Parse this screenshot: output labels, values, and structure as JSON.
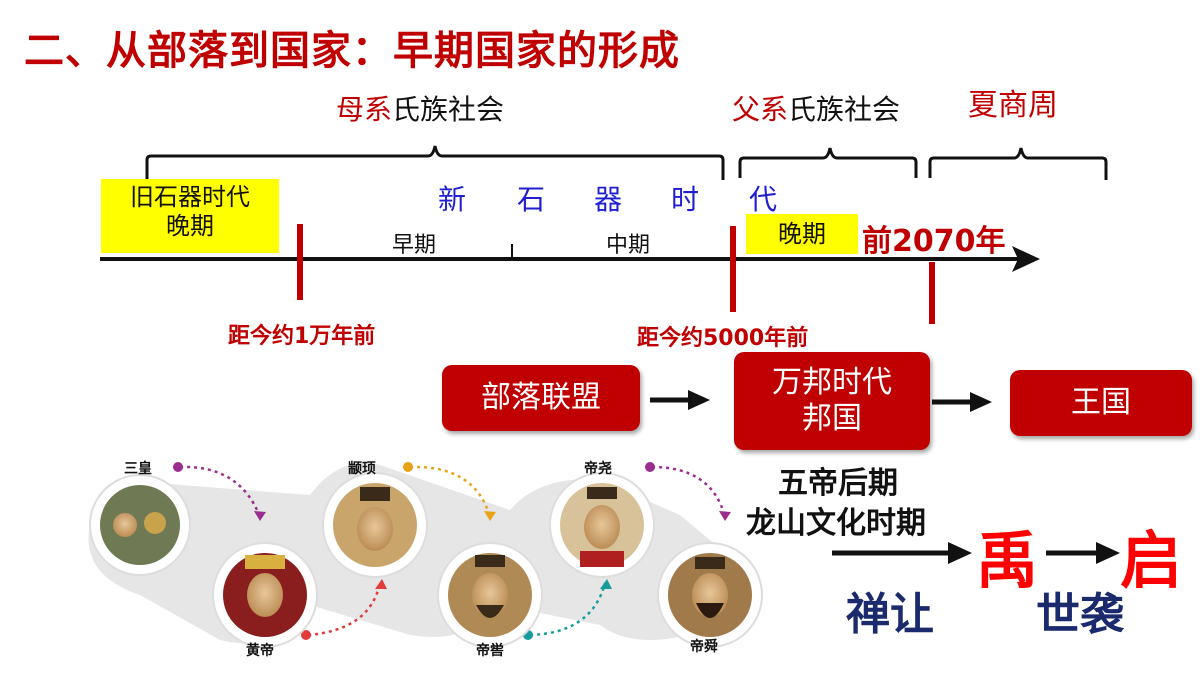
{
  "title": "二、从部落到国家：早期国家的形成",
  "eras": {
    "matriarchal_prefix": "母系",
    "matriarchal_suffix": "氏族社会",
    "patriarchal_prefix": "父系",
    "patriarchal_suffix": "氏族社会",
    "xia_shang_zhou": "夏商周"
  },
  "timeline": {
    "paleolithic_line1": "旧石器时代",
    "paleolithic_line2": "晚期",
    "neolithic_chars": [
      "新",
      "石",
      "器",
      "时",
      "代"
    ],
    "early": "早期",
    "middle": "中期",
    "late": "晚期",
    "bce_2070": "前2070年",
    "ago_10000": "距今约1万年前",
    "ago_5000": "距今约5000年前"
  },
  "stages": {
    "tribal_alliance": "部落联盟",
    "wanbang_line1": "万邦时代",
    "wanbang_line2": "邦国",
    "kingdom": "王国"
  },
  "wudi": {
    "line1": "五帝后期",
    "line2": "龙山文化时期"
  },
  "succession": {
    "yu": "禹",
    "qi": "启",
    "abdication": "禅让",
    "hereditary": "世袭"
  },
  "rulers": {
    "sanhuang": "三皇",
    "huangdi": "黄帝",
    "zhuanxu": "颛顼",
    "diku": "帝喾",
    "diyao": "帝尧",
    "dishun": "帝舜"
  },
  "colors": {
    "title_red": "#c00000",
    "neolithic_blue": "#1f1fd0",
    "highlight_yellow": "#ffff00",
    "navy": "#1a2a6c",
    "bright_red": "#ff0000"
  }
}
